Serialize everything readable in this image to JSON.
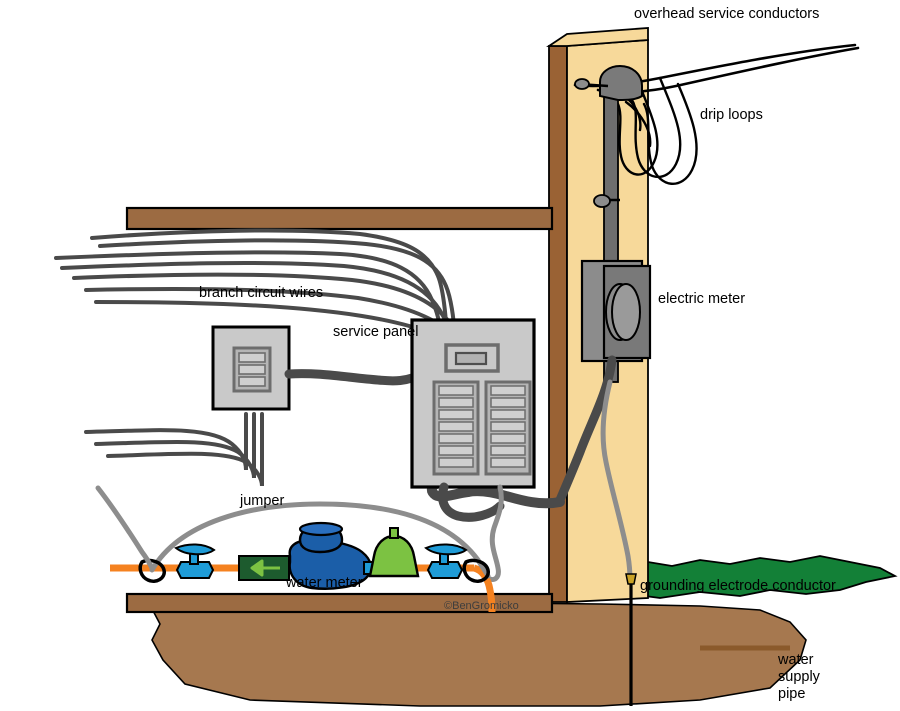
{
  "diagram": {
    "title": "residential electrical service and water-pipe bonding diagram",
    "credit": "©BenGromicko"
  },
  "labels": {
    "overhead_service_conductors": "overhead service conductors",
    "drip_loops": "drip loops",
    "electric_meter": "electric meter",
    "branch_circuit_wires": "branch circuit wires",
    "service_panel": "service panel",
    "jumper": "jumper",
    "water_meter": "water meter",
    "grounding_electrode_conductor": "grounding electrode conductor",
    "water_supply_pipe_line1": "water",
    "water_supply_pipe_line2": "supply",
    "water_supply_pipe_line3": "pipe"
  },
  "colors": {
    "wall_face": "#F7D99A",
    "wall_side": "#9A6234",
    "joist_brown": "#9C6B42",
    "soil_brown": "#A6784F",
    "grass_green": "#138037",
    "wire_dark": "#4A4A4A",
    "conductor_black": "#000000",
    "conduit_gray": "#6E6E6E",
    "bond_wire_gray": "#8D8D8D",
    "panel_body": "#C9C9C9",
    "panel_inner": "#B5B5B5",
    "breaker_fill": "#CFCFCF",
    "breaker_stroke": "#6D6D6D",
    "meter_gray": "#8C8C8C",
    "meter_dark": "#6F6F6F",
    "pipe_orange": "#F58220",
    "valve_blue": "#1E9BD7",
    "meter_blue": "#1B5EA8",
    "prv_green": "#7CC242",
    "backflow_green": "#1D5B2E",
    "outline": "#000000"
  },
  "panel": {
    "main_breaker_count": 1,
    "left_column_breakers": 7,
    "right_column_breakers": 7
  },
  "subpanel": {
    "breaker_count": 3
  },
  "counts": {
    "branch_circuit_wires_upper": 7,
    "branch_circuit_wires_lower": 3,
    "drip_loops": 3
  }
}
